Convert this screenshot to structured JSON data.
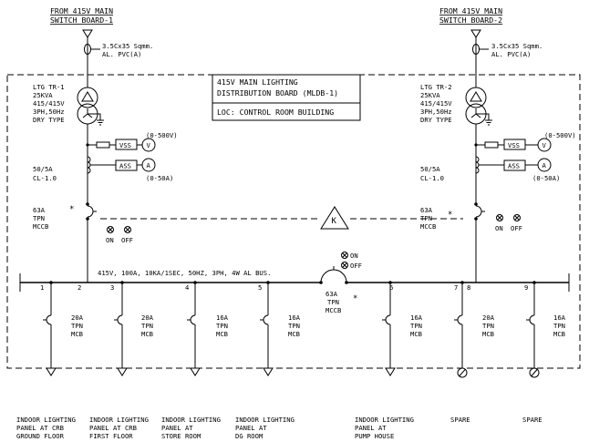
{
  "board": {
    "title_line1": "415V MAIN LIGHTING",
    "title_line2": "DISTRIBUTION BOARD (MLDB-1)",
    "location": "LOC: CONTROL ROOM BUILDING",
    "bus_rating": "415V, 100A, 10KA/1SEC, 50HZ, 3PH, 4W AL BUS."
  },
  "incomers": [
    {
      "source_line1": "FROM 415V MAIN",
      "source_line2": "SWITCH BOARD-1",
      "cable_line1": "3.5Cx35 Sqmm.",
      "cable_line2": "AL. PVC(A)",
      "transformer": [
        "LTG TR-1",
        "25KVA",
        "415/415V",
        "3PH,50Hz",
        "DRY TYPE"
      ],
      "vss_label": "VSS",
      "voltmeter_symbol": "V",
      "voltmeter_range": "(0-500V)",
      "ass_label": "ASS",
      "ammeter_symbol": "A",
      "ammeter_range": "(0-50A)",
      "ct": [
        "50/5A",
        "CL-1.0"
      ],
      "breaker": [
        "63A",
        "TPN",
        "MCCB"
      ],
      "star": "*",
      "on_label": "ON",
      "off_label": "OFF"
    },
    {
      "source_line1": "FROM 415V MAIN",
      "source_line2": "SWITCH BOARD-2",
      "cable_line1": "3.5Cx35 Sqmm.",
      "cable_line2": "AL. PVC(A)",
      "transformer": [
        "LTG TR-2",
        "25KVA",
        "415/415V",
        "3PH,50Hz",
        "DRY TYPE"
      ],
      "vss_label": "VSS",
      "voltmeter_symbol": "V",
      "voltmeter_range": "(0-500V)",
      "ass_label": "ASS",
      "ammeter_symbol": "A",
      "ammeter_range": "(0-50A)",
      "ct": [
        "50/5A",
        "CL-1.0"
      ],
      "breaker": [
        "63A",
        "TPN",
        "MCCB"
      ],
      "star": "*",
      "on_label": "ON",
      "off_label": "OFF"
    }
  ],
  "interlock": {
    "symbol": "K"
  },
  "bus_coupler": {
    "on_label": "ON",
    "off_label": "OFF",
    "breaker": [
      "63A",
      "TPN",
      "MCCB"
    ],
    "star": "*"
  },
  "feeders": [
    {
      "no": "1",
      "breaker": [
        "20A",
        "TPN",
        "MCB"
      ],
      "load": [
        "INDOOR LIGHTING",
        "PANEL AT CRB",
        "GROUND FLOOR"
      ]
    },
    {
      "no": "2"
    },
    {
      "no": "3",
      "breaker": [
        "20A",
        "TPN",
        "MCB"
      ],
      "load": [
        "INDOOR LIGHTING",
        "PANEL AT CRB",
        "FIRST FLOOR"
      ]
    },
    {
      "no": "4",
      "breaker": [
        "16A",
        "TPN",
        "MCB"
      ],
      "load": [
        "INDOOR LIGHTING",
        "PANEL AT",
        "STORE ROOM"
      ]
    },
    {
      "no": "5",
      "breaker": [
        "16A",
        "TPN",
        "MCB"
      ],
      "load": [
        "INDOOR LIGHTING",
        "PANEL AT",
        "DG ROOM"
      ]
    },
    {
      "no": "6",
      "breaker": [
        "16A",
        "TPN",
        "MCB"
      ],
      "load": [
        "INDOOR LIGHTING",
        "PANEL AT",
        "PUMP HOUSE"
      ]
    },
    {
      "no": "7",
      "breaker": [
        "20A",
        "TPN",
        "MCB"
      ],
      "load": [
        "SPARE"
      ]
    },
    {
      "no": "8"
    },
    {
      "no": "9",
      "breaker": [
        "16A",
        "TPN",
        "MCB"
      ],
      "load": [
        "SPARE"
      ]
    }
  ]
}
